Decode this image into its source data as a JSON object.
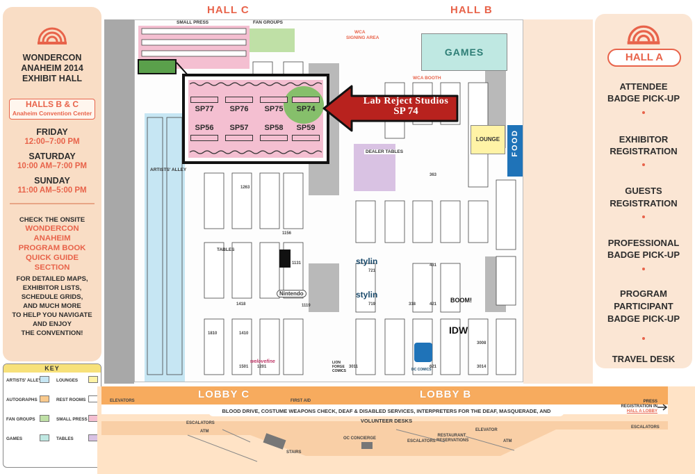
{
  "sidebar": {
    "title_lines": [
      "WONDERCON",
      "ANAHEIM 2014",
      "EXHIBIT HALL"
    ],
    "halls": "HALLS B & C",
    "venue": "Anaheim Convention Center",
    "schedule": [
      {
        "day": "FRIDAY",
        "time": "12:00–7:00 PM"
      },
      {
        "day": "SATURDAY",
        "time": "10:00 AM–7:00 PM"
      },
      {
        "day": "SUNDAY",
        "time": "11:00 AM–5:00 PM"
      }
    ],
    "note_intro": "CHECK THE ONSITE",
    "note_highlight": [
      "WONDERCON",
      "ANAHEIM",
      "PROGRAM BOOK",
      "QUICK GUIDE",
      "SECTION"
    ],
    "note_rest": [
      "FOR DETAILED MAPS,",
      "EXHIBITOR LISTS,",
      "SCHEDULE GRIDS,",
      "AND MUCH MORE",
      "TO HELP YOU NAVIGATE",
      "AND ENJOY",
      "THE CONVENTION!"
    ]
  },
  "key": {
    "title": "KEY",
    "items": [
      {
        "label": "ARTISTS' ALLEY",
        "color": "#c6e6f3"
      },
      {
        "label": "LOUNGES",
        "color": "#fff3a6"
      },
      {
        "label": "AUTOGRAPHS",
        "color": "#f9c98c"
      },
      {
        "label": "REST ROOMS",
        "color": "#ffffff"
      },
      {
        "label": "FAN GROUPS",
        "color": "#bfe0a6"
      },
      {
        "label": "SMALL PRESS",
        "color": "#f4bfd1"
      },
      {
        "label": "GAMES",
        "color": "#bfe8e2"
      },
      {
        "label": "TABLES",
        "color": "#d9c2e3"
      }
    ]
  },
  "right_panel": {
    "hall": "HALL A",
    "services": [
      [
        "ATTENDEE",
        "BADGE PICK-UP"
      ],
      [
        "EXHIBITOR",
        "REGISTRATION"
      ],
      [
        "GUESTS",
        "REGISTRATION"
      ],
      [
        "PROFESSIONAL",
        "BADGE PICK-UP"
      ],
      [
        "PROGRAM",
        "PARTICIPANT",
        "BADGE PICK-UP"
      ],
      [
        "TRAVEL DESK"
      ]
    ]
  },
  "map": {
    "hall_c": "HALL C",
    "hall_b": "HALL B",
    "small_press": "SMALL PRESS",
    "fan_groups": "FAN GROUPS",
    "artists_alley": "ARTISTS' ALLEY",
    "tables": "TABLES",
    "dealer_tables": "DEALER TABLES",
    "games": "GAMES",
    "lounge": "LOUNGE",
    "food": "FOOD",
    "wca_signing_1": "WCA",
    "wca_signing_2": "SIGNING AREA",
    "wca_booth": "WCA BOOTH",
    "booth_numbers": [
      "1263",
      "1156",
      "1131",
      "1119",
      "1410",
      "1418",
      "1501",
      "1810",
      "1201",
      "721",
      "719",
      "621",
      "421",
      "431",
      "318",
      "363",
      "3011",
      "3008",
      "3014"
    ],
    "brands": {
      "nintendo": "Nintendo",
      "stylin1": "stylin",
      "stylin2": "stylin",
      "idw": "IDW",
      "boom": "BOOM!",
      "dc": "DC COMICS",
      "lion": "LION FORGE COMICS",
      "welovefine": "welovefine"
    }
  },
  "callout": {
    "top_row": [
      "SP77",
      "SP76",
      "SP75",
      "SP74"
    ],
    "bottom_row": [
      "SP56",
      "SP57",
      "SP58",
      "SP59"
    ],
    "arrow_line1": "Lab Reject Studios",
    "arrow_line2": "SP 74"
  },
  "lobby": {
    "lobby_c": "LOBBY C",
    "lobby_b": "LOBBY B",
    "services": "BLOOD DRIVE, COSTUME WEAPONS CHECK, DEAF & DISABLED SERVICES, INTERPRETERS FOR THE DEAF, MASQUERADE, AND VOLUNTEER DESKS",
    "elevators": "ELEVATORS",
    "first_aid": "FIRST AID",
    "escalators_1": "ESCALATORS",
    "escalators_2": "ESCALATORS",
    "escalators_3": "ESCALATORS",
    "atm_1": "ATM",
    "atm_2": "ATM",
    "stairs": "STAIRS",
    "concierge": "OC CONCIERGE",
    "restaurant": "RESTAURANT RESERVATIONS",
    "elevator": "ELEVATOR",
    "press_note": [
      "PRESS",
      "REGISTRATION IN",
      "HALL A LOBBY"
    ]
  }
}
